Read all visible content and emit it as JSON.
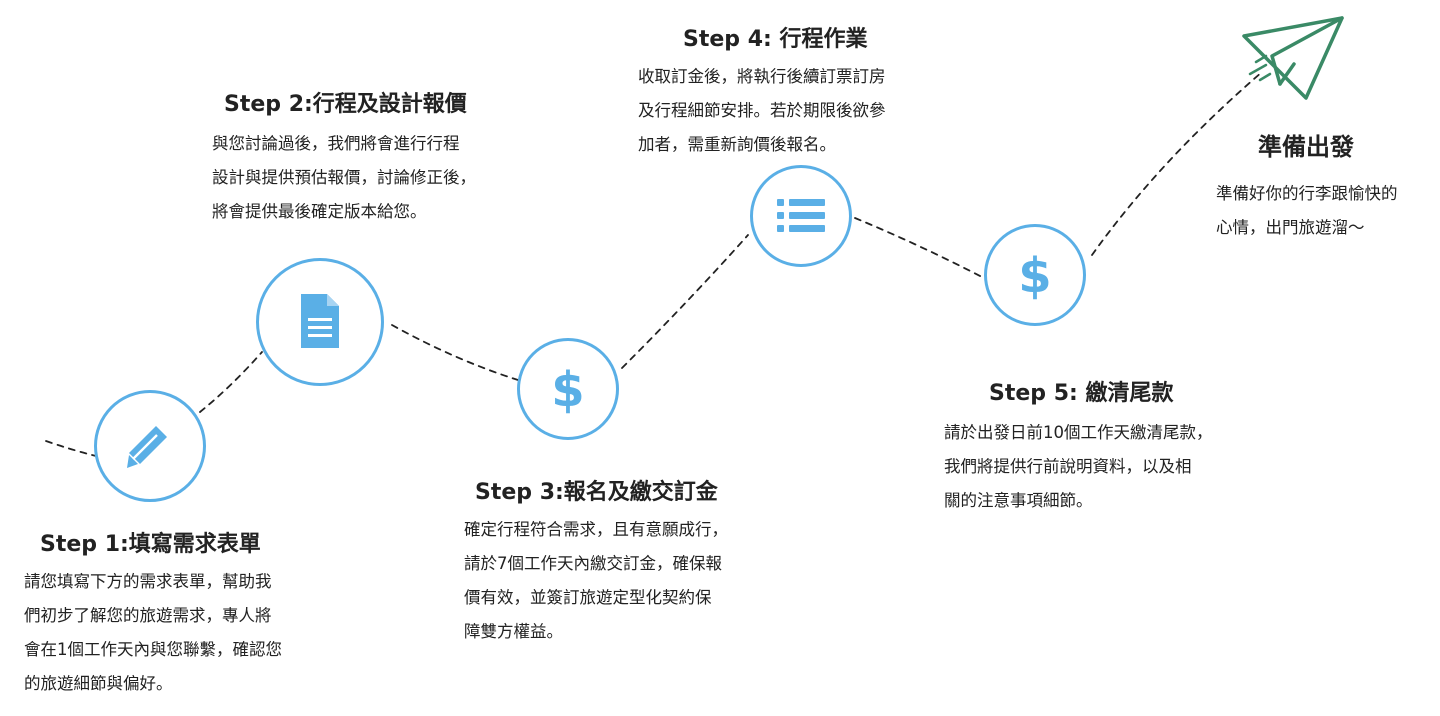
{
  "accent_color": "#5aafe6",
  "plane_color": "#3a8a66",
  "steps": [
    {
      "title": "Step 1:填寫需求表單",
      "icon": "pencil-icon",
      "lines": [
        "請您填寫下方的需求表單，幫助我",
        "們初步了解您的旅遊需求，專人將",
        "會在1個工作天內與您聯繫，確認您",
        "的旅遊細節與偏好。"
      ]
    },
    {
      "title": "Step 2:行程及設計報價",
      "icon": "document-icon",
      "lines": [
        "與您討論過後，我們將會進行行程",
        "設計與提供預估報價，討論修正後，",
        "將會提供最後確定版本給您。"
      ]
    },
    {
      "title": "Step 3:報名及繳交訂金",
      "icon": "dollar-icon",
      "lines": [
        "確定行程符合需求，且有意願成行，",
        "請於7個工作天內繳交訂金，確保報",
        "價有效，並簽訂旅遊定型化契約保",
        "障雙方權益。"
      ]
    },
    {
      "title": "Step 4: 行程作業",
      "icon": "list-icon",
      "lines": [
        "收取訂金後，將執行後續訂票訂房",
        "及行程細節安排。若於期限後欲參",
        "加者，需重新詢價後報名。"
      ]
    },
    {
      "title": "Step 5: 繳清尾款",
      "icon": "dollar-icon",
      "lines": [
        "請於出發日前10個工作天繳清尾款，",
        "我們將提供行前說明資料，以及相",
        "關的注意事項細節。"
      ]
    }
  ],
  "final": {
    "title": "準備出發",
    "icon": "paper-plane-icon",
    "lines": [
      "準備好你的行李跟愉快的",
      "心情，出門旅遊溜～"
    ]
  }
}
